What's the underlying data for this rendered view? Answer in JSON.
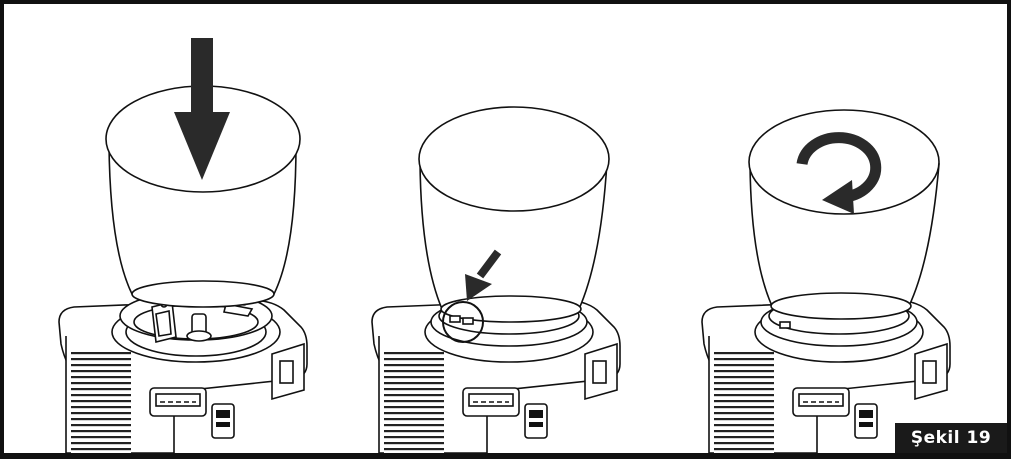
{
  "figure_label": "Şekil 19",
  "panels": [
    {
      "step": "push-down",
      "arrow": "down-arrow-large"
    },
    {
      "step": "align-notch",
      "arrow": "diagonal-arrow",
      "highlight": "notch-circle"
    },
    {
      "step": "rotate-lock",
      "arrow": "rotate-arrow"
    }
  ],
  "colors": {
    "line": "#111111",
    "fill": "#ffffff",
    "label_bg": "#1a1a1a",
    "label_text": "#ffffff"
  }
}
